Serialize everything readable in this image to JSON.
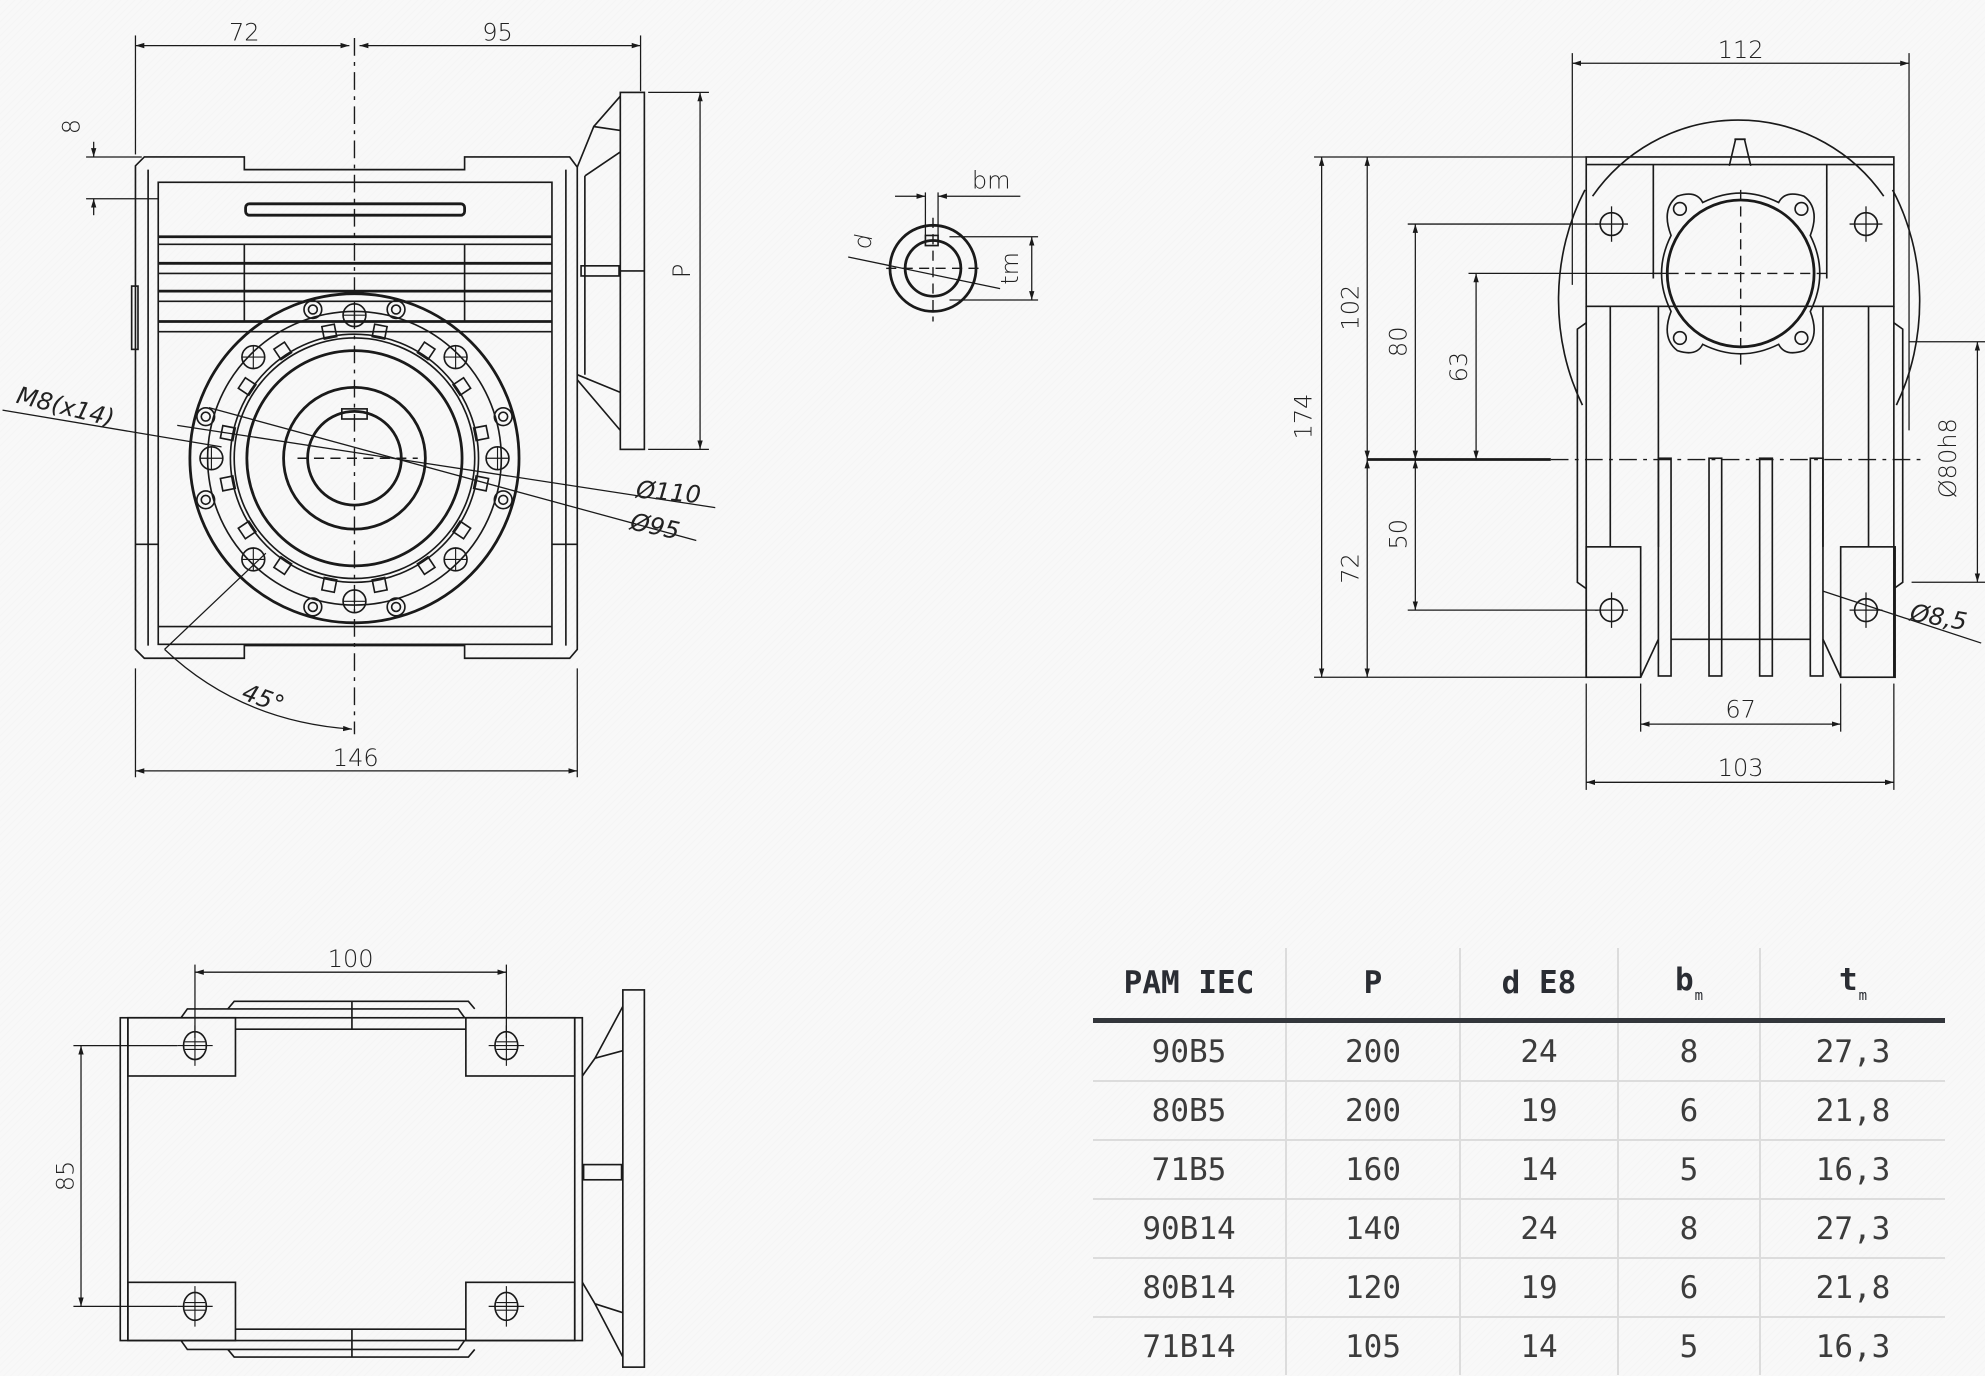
{
  "drawing": {
    "front_view": {
      "dims": {
        "top_left": "72",
        "top_right": "95",
        "flange_offset": "8",
        "flange_height": "P",
        "bolt_thread": "M8(x14)",
        "dia_outer": "Ø110",
        "dia_inner": "Ø95",
        "angle": "45°",
        "overall_width": "146"
      }
    },
    "shaft_section": {
      "dims": {
        "key_width": "bm",
        "bore": "d",
        "key_depth": "tm"
      }
    },
    "side_view": {
      "dims": {
        "top_width": "112",
        "total_height": "174",
        "upper_102": "102",
        "upper_80": "80",
        "upper_63": "63",
        "lower_50": "50",
        "lower_72": "72",
        "spigot": "Ø80h8",
        "hole": "Ø8,5",
        "foot_inner": "67",
        "foot_outer": "103"
      }
    },
    "bottom_view": {
      "dims": {
        "hole_spacing_x": "100",
        "hole_spacing_y": "85"
      }
    }
  },
  "table": {
    "headers": [
      {
        "main": "PAM IEC",
        "sub": ""
      },
      {
        "main": "P",
        "sub": ""
      },
      {
        "main": "d E8",
        "sub": ""
      },
      {
        "main": "b",
        "sub": "m"
      },
      {
        "main": "t",
        "sub": "m"
      }
    ],
    "rows": [
      [
        "90B5",
        "200",
        "24",
        "8",
        "27,3"
      ],
      [
        "80B5",
        "200",
        "19",
        "6",
        "21,8"
      ],
      [
        "71B5",
        "160",
        "14",
        "5",
        "16,3"
      ],
      [
        "90B14",
        "140",
        "24",
        "8",
        "27,3"
      ],
      [
        "80B14",
        "120",
        "19",
        "6",
        "21,8"
      ],
      [
        "71B14",
        "105",
        "14",
        "5",
        "16,3"
      ]
    ]
  }
}
